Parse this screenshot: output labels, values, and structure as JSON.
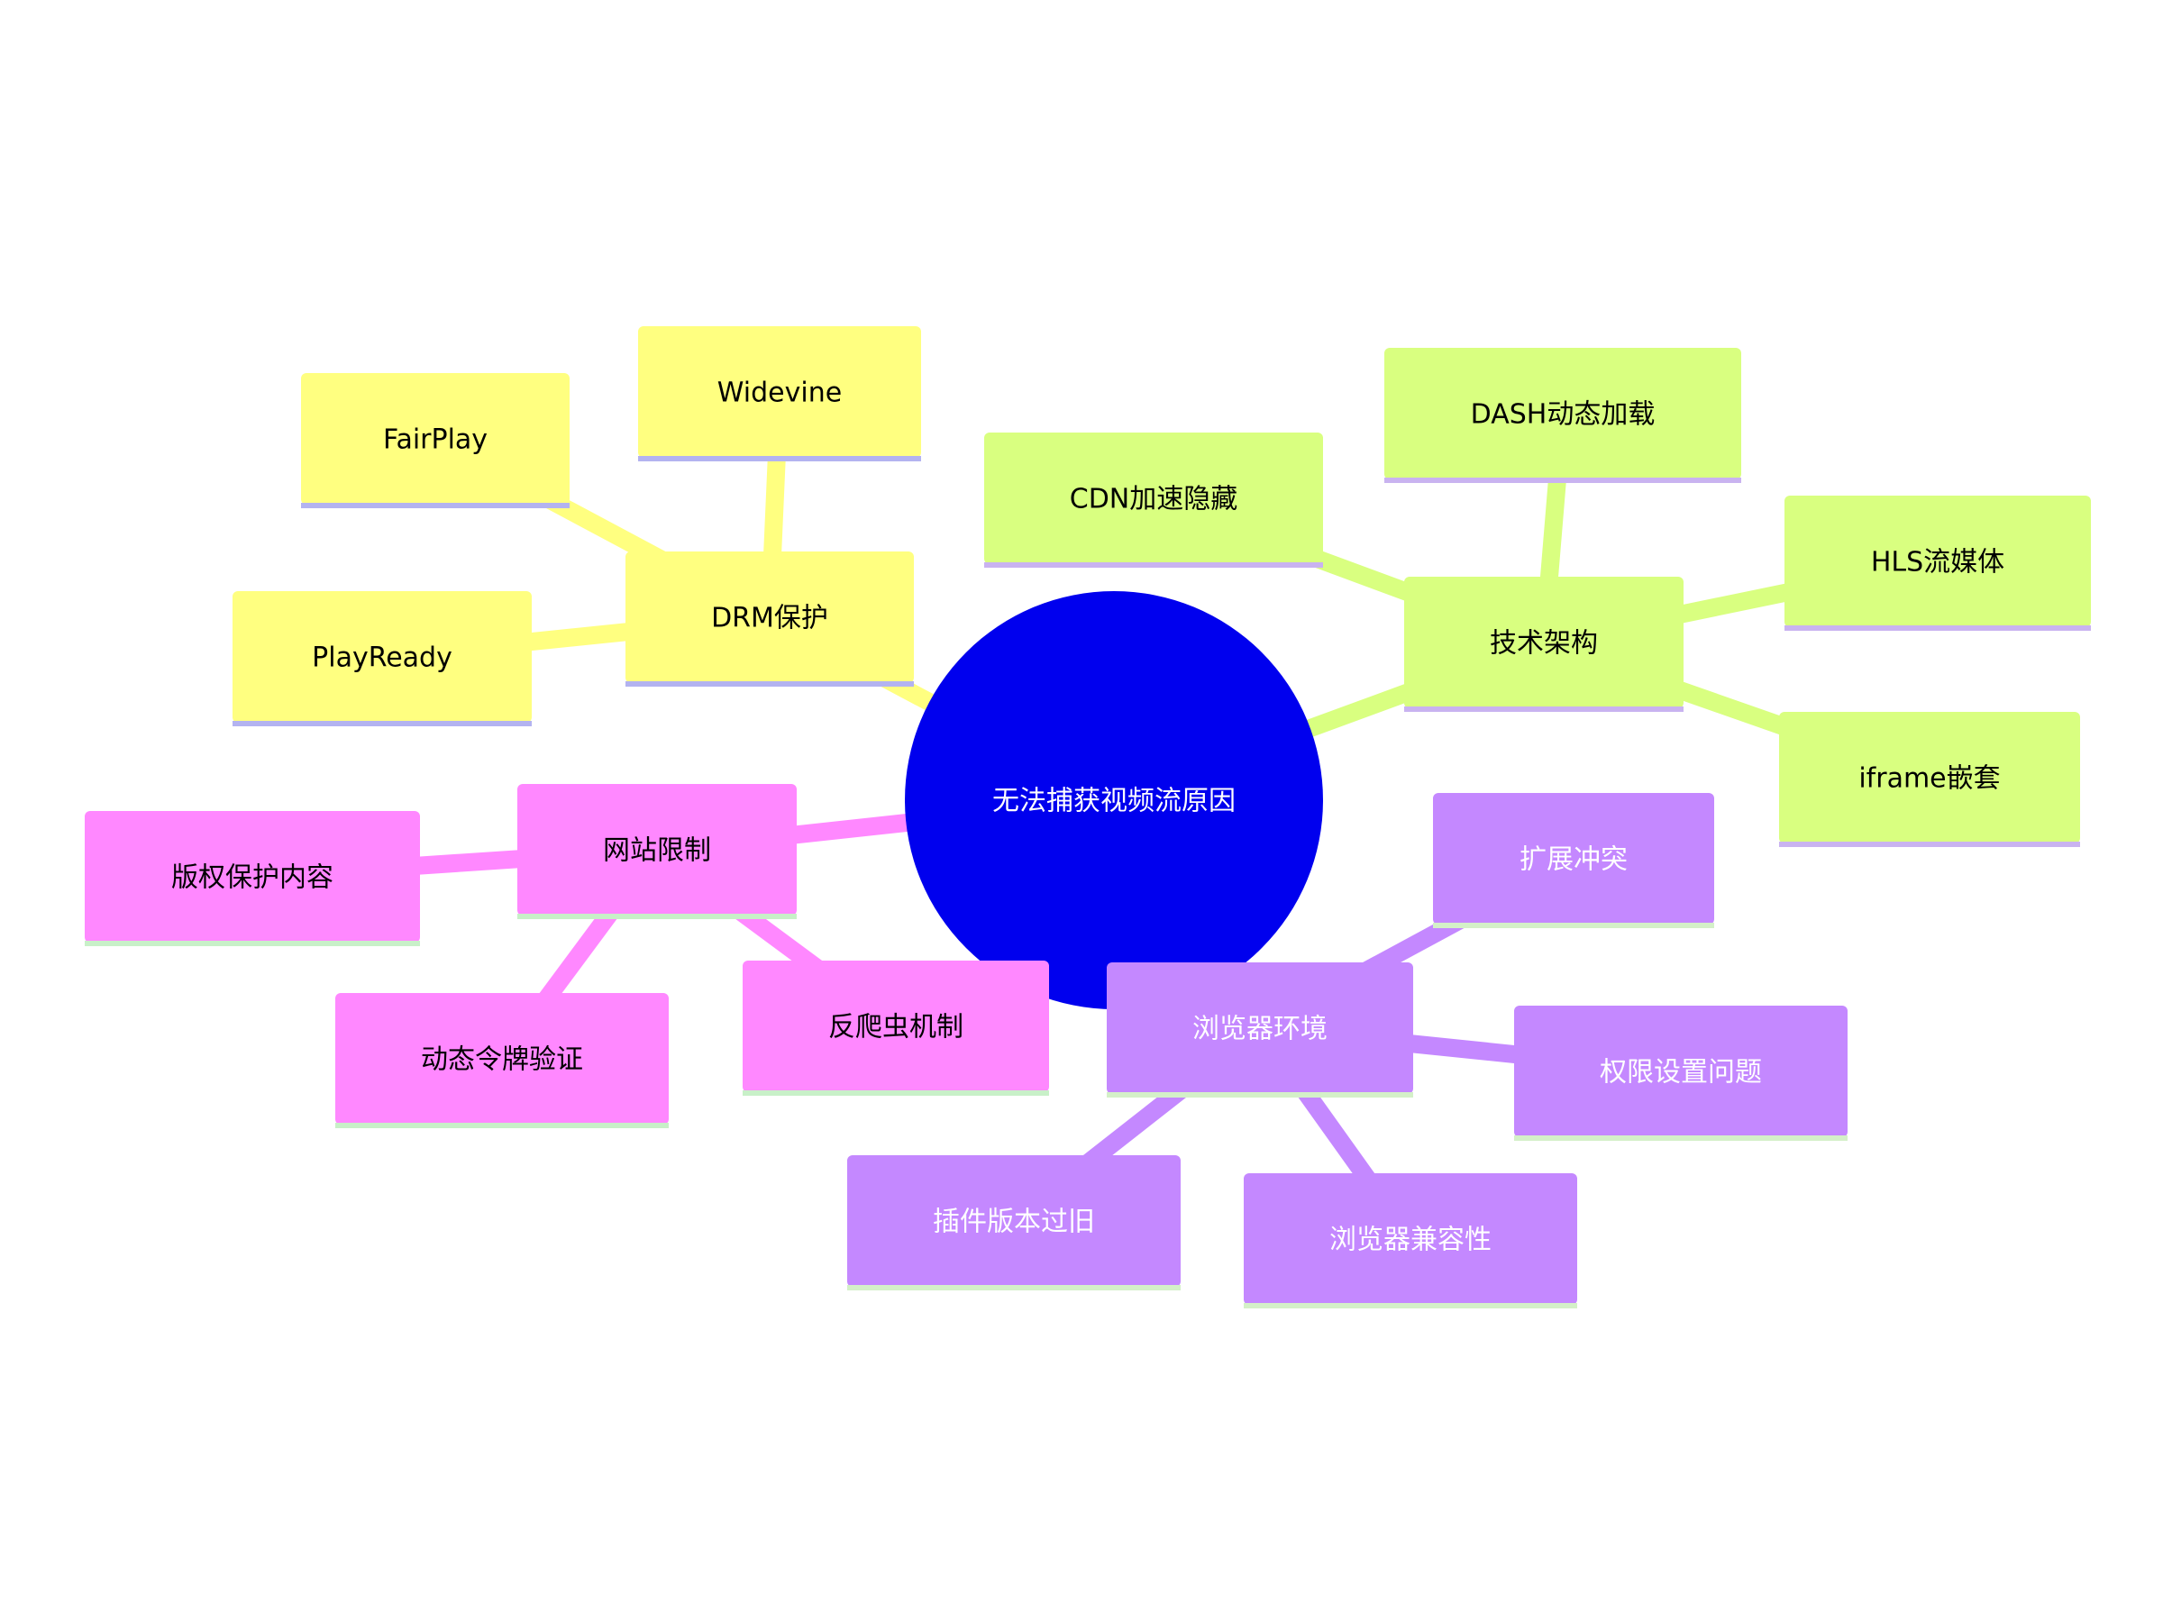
{
  "root": {
    "label": "无法捕获视频流原因",
    "color": "#0000ee"
  },
  "branches": [
    {
      "key": "drm",
      "label": "DRM保护",
      "color": "#ffff80",
      "text_color": "#000000",
      "underline": "#b3b3f0",
      "children": [
        {
          "key": "widevine",
          "label": "Widevine"
        },
        {
          "key": "fairplay",
          "label": "FairPlay"
        },
        {
          "key": "playready",
          "label": "PlayReady"
        }
      ]
    },
    {
      "key": "tech",
      "label": "技术架构",
      "color": "#d9ff80",
      "text_color": "#000000",
      "underline": "#c9b3f0",
      "children": [
        {
          "key": "dash",
          "label": "DASH动态加载"
        },
        {
          "key": "cdn",
          "label": "CDN加速隐藏"
        },
        {
          "key": "hls",
          "label": "HLS流媒体"
        },
        {
          "key": "iframe",
          "label": "iframe嵌套"
        }
      ]
    },
    {
      "key": "site",
      "label": "网站限制",
      "color": "#ff88ff",
      "text_color": "#000000",
      "underline": "#c8f0c8",
      "children": [
        {
          "key": "copyright",
          "label": "版权保护内容"
        },
        {
          "key": "token",
          "label": "动态令牌验证"
        },
        {
          "key": "anticrawl",
          "label": "反爬虫机制"
        }
      ]
    },
    {
      "key": "browser",
      "label": "浏览器环境",
      "color": "#c488ff",
      "text_color": "#ffffff",
      "underline": "#d4f0c8",
      "children": [
        {
          "key": "ext",
          "label": "扩展冲突"
        },
        {
          "key": "perm",
          "label": "权限设置问题"
        },
        {
          "key": "plugin",
          "label": "插件版本过旧"
        },
        {
          "key": "compat",
          "label": "浏览器兼容性"
        }
      ]
    }
  ]
}
